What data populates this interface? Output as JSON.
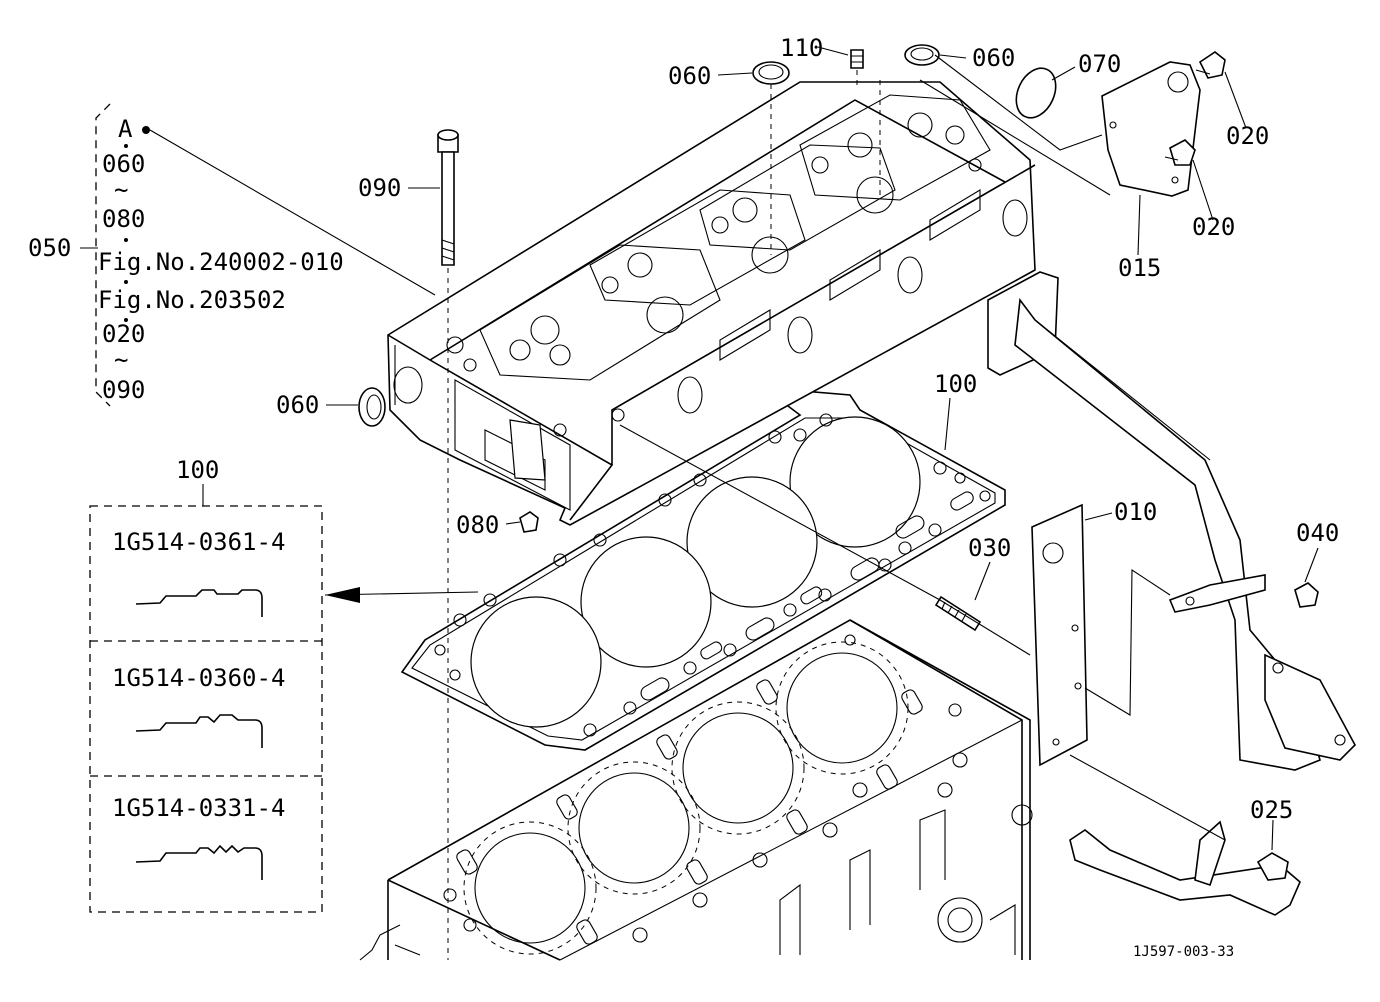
{
  "callouts": {
    "c110": "110",
    "c060_top_left": "060",
    "c060_top_right": "060",
    "c070": "070",
    "c020_a": "020",
    "c020_b": "020",
    "c015": "015",
    "c090": "090",
    "c050": "050",
    "c060_left": "060",
    "c100_gasket": "100",
    "c080": "080",
    "c010": "010",
    "c030": "030",
    "c040": "040",
    "c025": "025",
    "c100_table": "100"
  },
  "kit_bracket": {
    "lines": [
      "A",
      "060",
      "~",
      "080",
      "Fig.No.240002-010",
      "Fig.No.203502",
      "020",
      "~",
      "090"
    ]
  },
  "gasket_options": [
    {
      "part_number": "1G514-0361-4"
    },
    {
      "part_number": "1G514-0360-4"
    },
    {
      "part_number": "1G514-0331-4"
    }
  ],
  "figure_id": "1J597-003-33"
}
